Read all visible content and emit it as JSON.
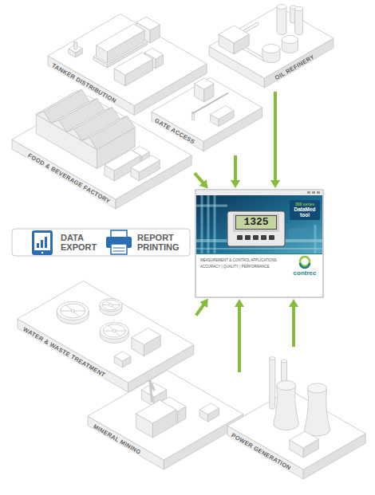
{
  "diagram": {
    "nodes": [
      {
        "text": [
          "TANKER DISTRIBUTION"
        ]
      },
      {
        "text": [
          "OIL REFINERY"
        ]
      },
      {
        "text": [
          "GATE ACCESS"
        ]
      },
      {
        "text": [
          "FOOD & BEVERAGE FACTORY"
        ]
      },
      {
        "text": [
          "DATA EXPORT"
        ]
      },
      {
        "text": [
          "REPORT PRINTING"
        ]
      },
      {
        "text": [
          "MEASUREMENT & CONTROL APPLICATIONS",
          "ACCURACY | QUALITY | PERFORMANCE",
          "contrec"
        ]
      },
      {
        "text": [
          "300 series",
          "DataMed tool"
        ],
        "in": 6
      },
      {
        "text": [
          "1325"
        ],
        "in": 6
      },
      {
        "text": [
          "WATER & WASTE TREATMENT"
        ]
      },
      {
        "text": [
          "MINERAL MINING"
        ]
      },
      {
        "text": [
          "POWER GENERATION"
        ]
      }
    ],
    "edges": [
      {
        "from": 2,
        "to": 6,
        "arrow": "to"
      },
      {
        "from": 1,
        "to": 6,
        "arrow": "to"
      },
      {
        "from": 3,
        "to": 6,
        "arrow": "to"
      },
      {
        "from": 9,
        "to": 6,
        "arrow": "to"
      },
      {
        "from": 10,
        "to": 6,
        "arrow": "to"
      },
      {
        "from": 11,
        "to": 6,
        "arrow": "to"
      }
    ]
  }
}
